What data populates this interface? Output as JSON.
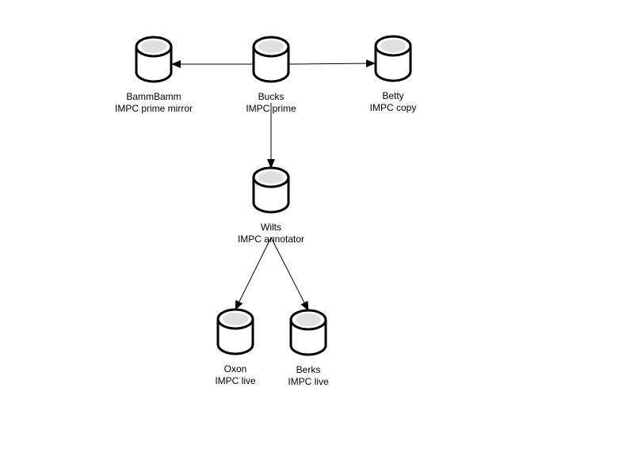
{
  "nodes": [
    {
      "id": "bammbamm",
      "name": "BammBamm",
      "role": "IMPC prime mirror"
    },
    {
      "id": "bucks",
      "name": "Bucks",
      "role": "IMPC prime"
    },
    {
      "id": "betty",
      "name": "Betty",
      "role": "IMPC copy"
    },
    {
      "id": "wilts",
      "name": "Wilts",
      "role": "IMPC annotator"
    },
    {
      "id": "oxon",
      "name": "Oxon",
      "role": "IMPC live"
    },
    {
      "id": "berks",
      "name": "Berks",
      "role": "IMPC live"
    }
  ],
  "edges": [
    {
      "from": "bucks",
      "to": "bammbamm"
    },
    {
      "from": "bucks",
      "to": "betty"
    },
    {
      "from": "bucks",
      "to": "wilts"
    },
    {
      "from": "wilts",
      "to": "oxon"
    },
    {
      "from": "wilts",
      "to": "berks"
    }
  ],
  "colors": {
    "stroke": "#000000",
    "body_fill": "#ffffff",
    "top_inner": "#e0e0e0"
  }
}
